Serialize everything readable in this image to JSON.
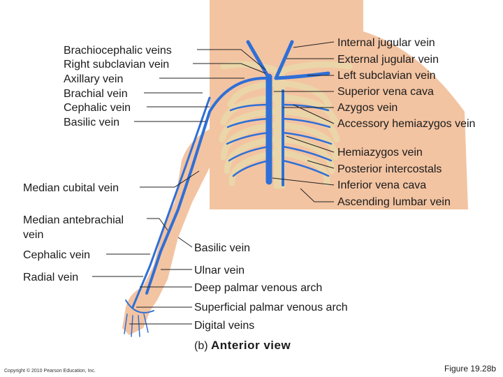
{
  "diagram": {
    "labels_left_upper": [
      "Brachiocephalic veins",
      "Right subclavian vein",
      "Axillary vein",
      "Brachial vein",
      "Cephalic vein",
      "Basilic vein"
    ],
    "labels_left_lower": {
      "median_cubital": "Median cubital vein",
      "median_antebrachial": "Median antebrachial vein",
      "cephalic": "Cephalic vein",
      "radial": "Radial vein"
    },
    "labels_right": [
      "Internal jugular vein",
      "External jugular vein",
      "Left subclavian vein",
      "Superior vena cava",
      "Azygos vein",
      "Accessory hemiazygos vein",
      "Hemiazygos vein",
      "Posterior intercostals",
      "Inferior vena cava",
      "Ascending lumbar vein"
    ],
    "labels_bottom": [
      "Basilic vein",
      "Ulnar vein",
      "Deep palmar venous arch",
      "Superficial palmar venous arch",
      "Digital veins"
    ],
    "caption_prefix": "(b)",
    "caption_title": "Anterior view",
    "copyright": "Copyright © 2010 Pearson Education, Inc.",
    "figure_number": "Figure 19.28b",
    "colors": {
      "skin": "#f3c4a2",
      "bone": "#ead6a8",
      "vein": "#2f6fd6",
      "leader": "#222222"
    }
  }
}
